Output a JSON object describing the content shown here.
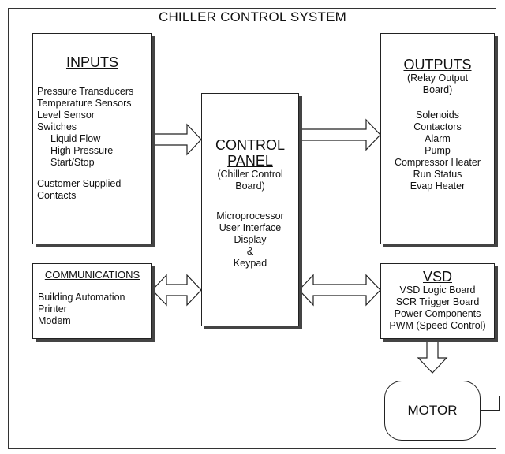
{
  "title": "CHILLER CONTROL SYSTEM",
  "inputs": {
    "heading": "INPUTS",
    "items": [
      "Pressure Transducers",
      "Temperature Sensors",
      "Level Sensor",
      "Switches"
    ],
    "switch_items": [
      "Liquid Flow",
      "High Pressure",
      "Start/Stop"
    ],
    "extra": [
      "Customer Supplied",
      "Contacts"
    ]
  },
  "outputs": {
    "heading": "OUTPUTS",
    "sub": [
      "(Relay Output",
      "Board)"
    ],
    "items": [
      "Solenoids",
      "Contactors",
      "Alarm",
      "Pump",
      "Compressor Heater",
      "Run Status",
      "Evap Heater"
    ]
  },
  "control": {
    "heading": [
      "CONTROL",
      "PANEL"
    ],
    "sub": [
      "(Chiller Control",
      "Board)"
    ],
    "items": [
      "Microprocessor",
      "User Interface",
      "Display",
      "&",
      "Keypad"
    ]
  },
  "communications": {
    "heading": "COMMUNICATIONS",
    "items": [
      "Building Automation",
      "Printer",
      "Modem"
    ]
  },
  "vsd": {
    "heading": "VSD",
    "items": [
      "VSD Logic Board",
      "SCR Trigger Board",
      "Power Components",
      "PWM (Speed Control)"
    ]
  },
  "motor": {
    "label": "MOTOR"
  }
}
